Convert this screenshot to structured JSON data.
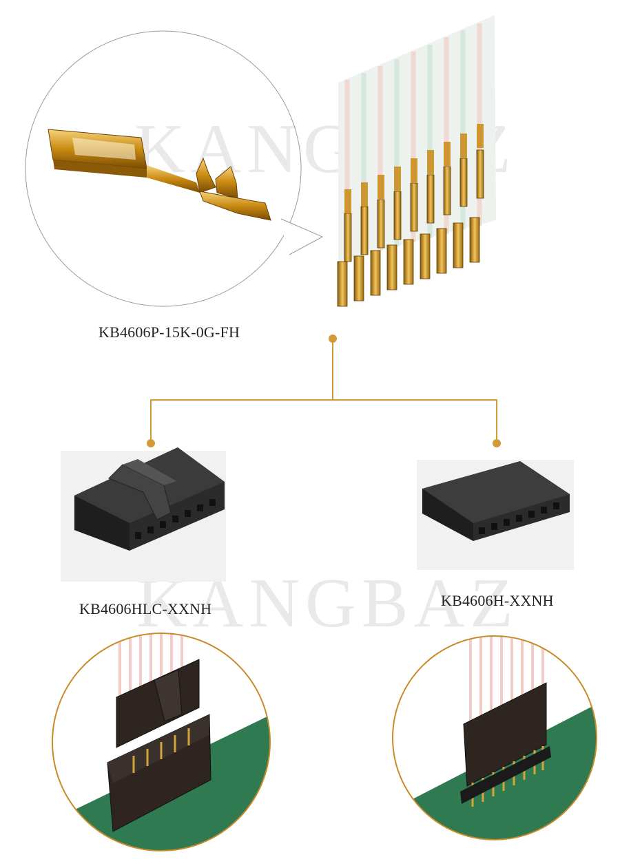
{
  "brand": {
    "watermark_text": "KANGBAZ"
  },
  "products": {
    "terminal": {
      "code": "KB4606P-15K-0G-FH"
    },
    "housing_latch": {
      "code": "KB4606HLC-XXNH"
    },
    "housing_plain": {
      "code": "KB4606H-XXNH"
    }
  },
  "colors": {
    "accent": "#d39a3a",
    "housing": "#2b2b2b",
    "pcb": "#2f7a50",
    "gold": "#c98a12"
  }
}
